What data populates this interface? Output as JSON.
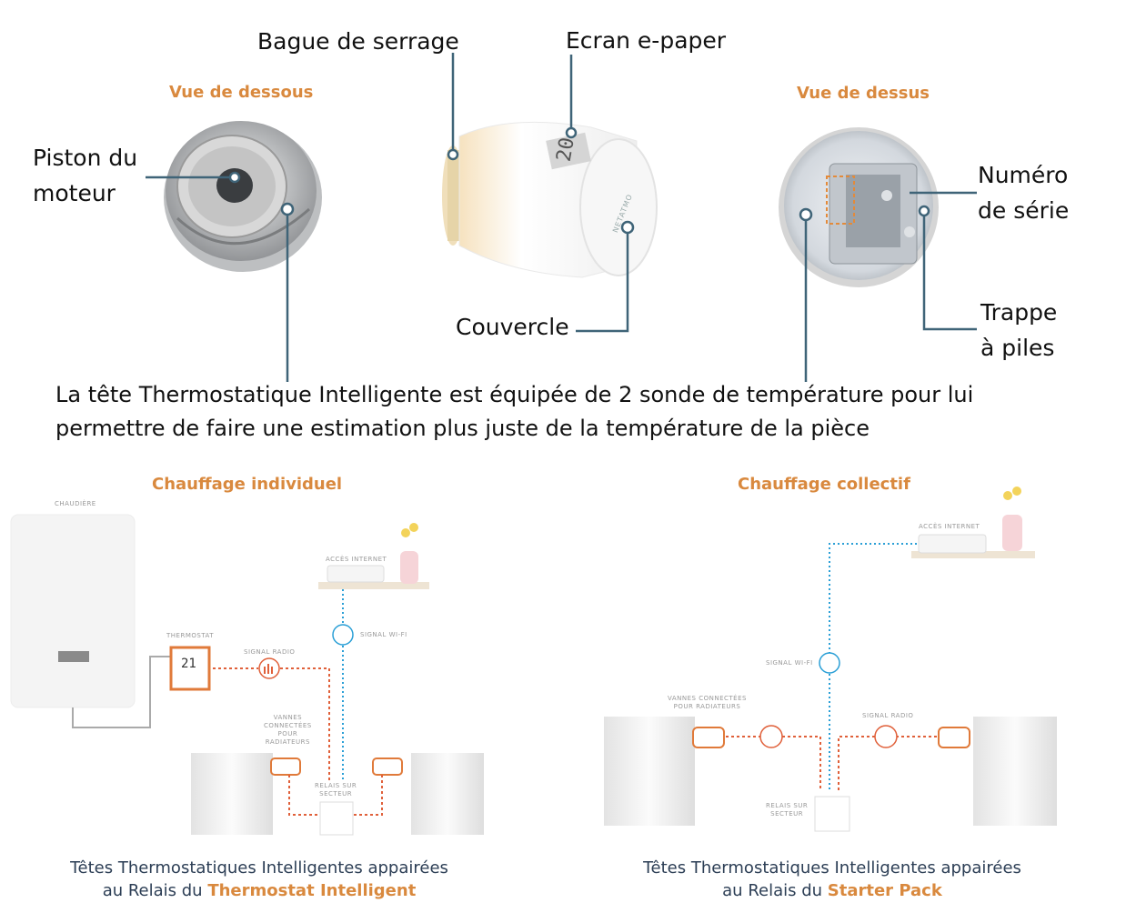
{
  "top": {
    "view_bottom": "Vue de dessous",
    "view_top": "Vue de dessus",
    "label_ring": "Bague de serrage",
    "label_screen": "Ecran e-paper",
    "label_piston_1": "Piston du",
    "label_piston_2": "moteur",
    "label_cover": "Couvercle",
    "label_serial_1": "Numéro",
    "label_serial_2": "de série",
    "label_battery_1": "Trappe",
    "label_battery_2": "à piles",
    "device_brand": "NETATMO",
    "device_screen_value": "20",
    "description_line1": "La tête Thermostatique Intelligente est équipée de 2 sonde de température pour lui",
    "description_line2": "permettre de faire une estimation plus juste de la température de la pièce"
  },
  "individual": {
    "title": "Chauffage individuel",
    "boiler_label": "CHAUDIÈRE",
    "thermostat_label": "THERMOSTAT",
    "thermostat_value": "21",
    "radio_label": "SIGNAL RADIO",
    "internet_label": "ACCÈS INTERNET",
    "wifi_label": "SIGNAL WI-FI",
    "valves_label": "VANNES\nCONNECTÉES\nPOUR\nRADIATEURS",
    "relay_label": "RELAIS SUR\nSECTEUR",
    "caption_line1": "Têtes Thermostatiques Intelligentes appairées",
    "caption_line2_prefix": "au Relais du ",
    "caption_line2_bold": "Thermostat Intelligent"
  },
  "collective": {
    "title": "Chauffage collectif",
    "internet_label": "ACCÈS INTERNET",
    "wifi_label": "SIGNAL WI-FI",
    "valves_label": "VANNES CONNECTÉES\nPOUR RADIATEURS",
    "radio_label": "SIGNAL RADIO",
    "relay_label": "RELAIS SUR\nSECTEUR",
    "caption_line1": "Têtes Thermostatiques Intelligentes appairées",
    "caption_line2_prefix": "au Relais du ",
    "caption_line2_bold": "Starter Pack"
  },
  "colors": {
    "accent_orange": "#d9893e",
    "radio_red": "#e0603a",
    "wifi_blue": "#2a9fd6",
    "callout_blue": "#3f6478",
    "caption_navy": "#2c3e55"
  }
}
